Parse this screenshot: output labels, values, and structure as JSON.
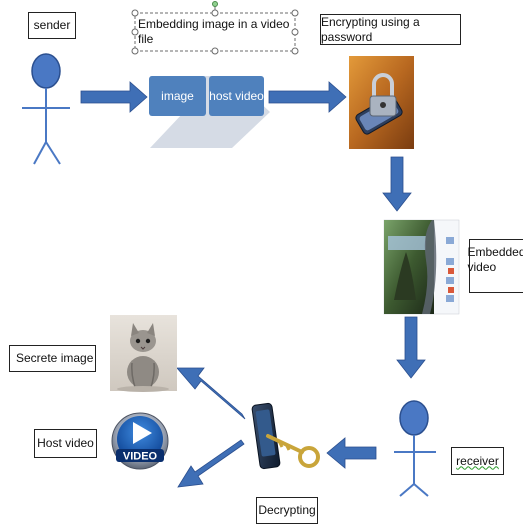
{
  "labels": {
    "sender": "sender",
    "embedding": "Embedding image in a video file",
    "encrypting": "Encrypting using a password",
    "embedded_video": "Embedded video",
    "receiver": "receiver",
    "decrypting": "Decrypting",
    "secret_image": "Secrete image",
    "host_video": "Host video"
  },
  "process_tiles": {
    "image": "image",
    "host_video": "host video"
  },
  "video_icon_text": "VIDEO",
  "colors": {
    "arrow": "#3f6fb6",
    "person": "#4a78c4",
    "tile": "#4f81bd",
    "chevron": "#d5dbe5"
  }
}
